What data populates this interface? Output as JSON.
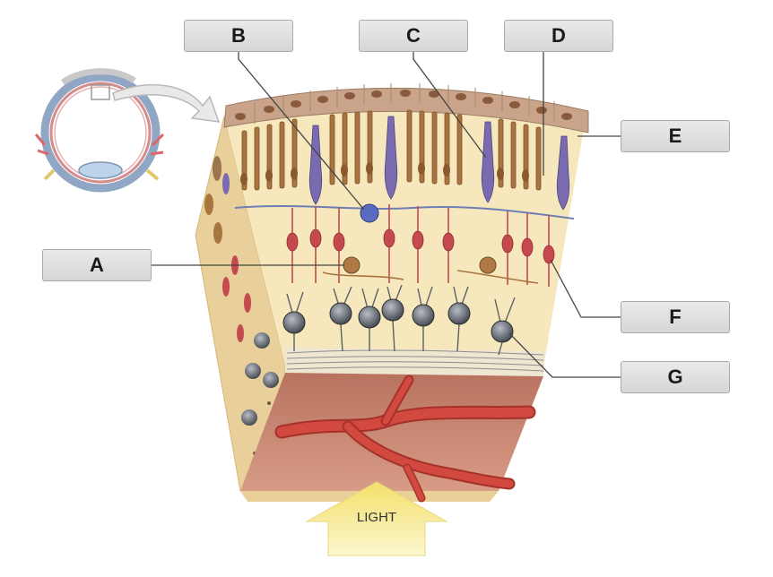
{
  "labels": {
    "a": "A",
    "b": "B",
    "c": "C",
    "d": "D",
    "e": "E",
    "f": "F",
    "g": "G"
  },
  "arrow_text": "LIGHT",
  "colors": {
    "pigment_layer": "#c9a48a",
    "cone_cell": "#7a6bb0",
    "rod_cell": "#a8743f",
    "bipolar_cell": "#c44a4f",
    "ganglion_cell": "#6b7078",
    "blood_vessel": "#c9413a",
    "tissue_background": "#f7e7bd",
    "light_arrow": "#f8ec98"
  }
}
